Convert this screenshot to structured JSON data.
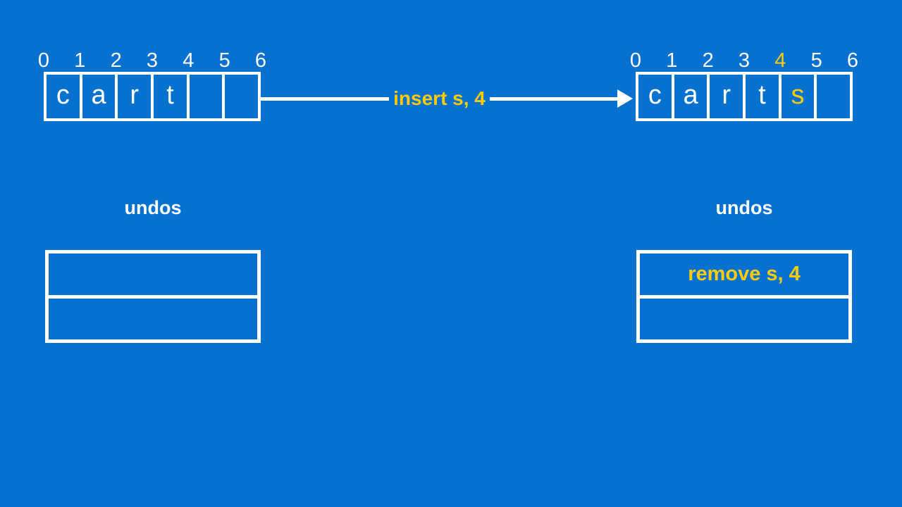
{
  "theme": {
    "background": "#0671ce",
    "stroke": "#ffffff",
    "accent": "#ffcb05"
  },
  "before": {
    "array": {
      "name": "array-before",
      "indices": [
        "0",
        "1",
        "2",
        "3",
        "4",
        "5",
        "6"
      ],
      "highlight_index": null,
      "cells": [
        {
          "value": "c",
          "highlight": false
        },
        {
          "value": "a",
          "highlight": false
        },
        {
          "value": "r",
          "highlight": false
        },
        {
          "value": "t",
          "highlight": false
        },
        {
          "value": "",
          "highlight": false
        },
        {
          "value": "",
          "highlight": false
        }
      ]
    },
    "stack": {
      "title": "undos",
      "cells": [
        "",
        ""
      ]
    }
  },
  "transition": {
    "label": "insert s, 4"
  },
  "after": {
    "array": {
      "name": "array-after",
      "indices": [
        "0",
        "1",
        "2",
        "3",
        "4",
        "5",
        "6"
      ],
      "highlight_index": 4,
      "cells": [
        {
          "value": "c",
          "highlight": false
        },
        {
          "value": "a",
          "highlight": false
        },
        {
          "value": "r",
          "highlight": false
        },
        {
          "value": "t",
          "highlight": false
        },
        {
          "value": "s",
          "highlight": true
        },
        {
          "value": "",
          "highlight": false
        }
      ]
    },
    "stack": {
      "title": "undos",
      "cells": [
        "remove s, 4",
        ""
      ]
    }
  }
}
